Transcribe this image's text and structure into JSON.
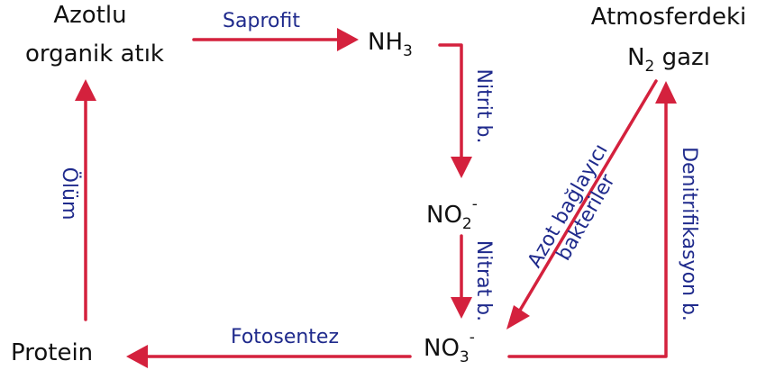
{
  "nodes": {
    "organic_waste": {
      "line1": "Azotlu",
      "line2": "organik atık"
    },
    "nh3": {
      "base": "NH",
      "sub": "3"
    },
    "no2": {
      "base": "NO",
      "sub": "2",
      "sup": "-"
    },
    "no3": {
      "base": "NO",
      "sub": "3",
      "sup": "-"
    },
    "n2": {
      "line1": "Atmosferdeki",
      "base": "N",
      "sub": "2",
      "rest": " gazı"
    },
    "protein": {
      "label": "Protein"
    }
  },
  "processes": {
    "saprofit": "Saprofit",
    "nitrit": "Nitrit b.",
    "nitrat": "Nitrat b.",
    "azot_line1": "Azot bağlayıcı",
    "azot_line2": "bakteriler",
    "denitrifikasyon": "Denitrifikasyon b.",
    "fotosentez": "Fotosentez",
    "olum": "Ölüm"
  },
  "colors": {
    "arrow": "#d4213d",
    "process_text": "#1f2a8c",
    "node_text": "#111111"
  }
}
